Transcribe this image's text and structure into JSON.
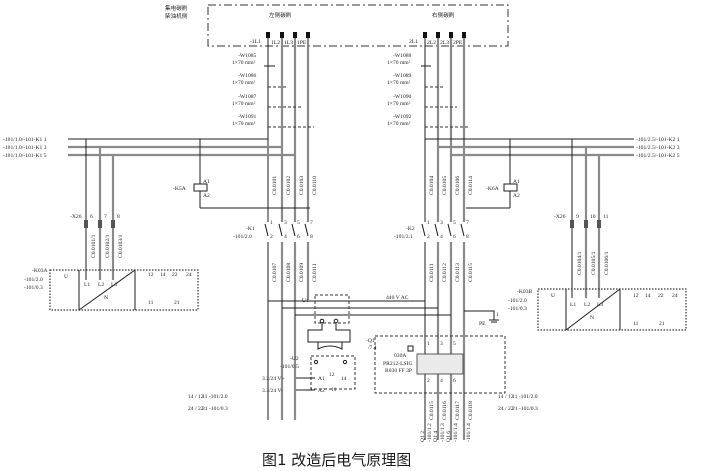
{
  "caption": "图1   改造后电气原理图",
  "top_box": {
    "side_label_1": "集电碳刷",
    "side_label_2": "柴油机侧",
    "left_title": "左侧碳刷",
    "right_title": "右侧碳刷",
    "left_terminals": [
      "-1L1",
      "1L2",
      "1L3",
      "1PE"
    ],
    "right_terminals": [
      "2L1",
      "2L2",
      "2L3",
      "2PE"
    ]
  },
  "cables_left": [
    {
      "id": "-W1085",
      "spec": "1×70 mm²"
    },
    {
      "id": "-W1086",
      "spec": "1×70 mm²"
    },
    {
      "id": "-W1087",
      "spec": "1×70 mm²"
    },
    {
      "id": "-W1091",
      "spec": "1×70 mm²"
    }
  ],
  "cables_right": [
    {
      "id": "-W1088",
      "spec": "1×70 mm²"
    },
    {
      "id": "-W1089",
      "spec": "1×70 mm²"
    },
    {
      "id": "-W1090",
      "spec": "1×70 mm²"
    },
    {
      "id": "-W1092",
      "spec": "1×70 mm²"
    }
  ],
  "refs_left": [
    "-101/1.0/-101-K1 1",
    "-101/1.0/-101-K1 3",
    "-101/1.0/-101-K1 5"
  ],
  "refs_right": [
    "-101/2.5/-101-K2 1",
    "-101/2.5/-101-K2 3",
    "-101/2.5/-101-K2 5"
  ],
  "relays": {
    "k5a": {
      "label": "-K5A",
      "a1": "A1",
      "a2": "A2"
    },
    "k6a": {
      "label": "-K6A",
      "a1": "A1",
      "a2": "A2"
    }
  },
  "wires_upper_left": [
    "C0.0101",
    "C0.0102",
    "C0.0103",
    "C0.0110"
  ],
  "wires_upper_right": [
    "C0.0104",
    "C0.0105",
    "C0.0106",
    "C0.0114"
  ],
  "contactor_k1": {
    "label": "-K1",
    "ref": "-101/2.0",
    "pins_top": [
      "1",
      "3",
      "5",
      "7"
    ],
    "pins_bottom": [
      "2",
      "4",
      "6",
      "8"
    ]
  },
  "contactor_k2": {
    "label": "-K2",
    "ref": "-101/3.1",
    "pins_top": [
      "1",
      "3",
      "5",
      "7"
    ],
    "pins_bottom": [
      "2",
      "4",
      "6",
      "8"
    ]
  },
  "wires_lower_left": [
    "C0.0107",
    "C0.0108",
    "C0.0109",
    "C0.0111"
  ],
  "wires_lower_right": [
    "C0.0111",
    "C0.0112",
    "C0.0113",
    "C0.0115"
  ],
  "x26_left": {
    "label": "-X26",
    "pins": [
      "6",
      "7",
      "8"
    ],
    "wires": [
      "C0.0101/1",
      "C0.0102/1",
      "C0.0103/1"
    ]
  },
  "x26_right": {
    "label": "-X26",
    "pins": [
      "9",
      "10",
      "11"
    ],
    "wires": [
      "C0.0104/1",
      "C0.0105/1",
      "C0.0106/1"
    ]
  },
  "monitor_left": {
    "label": "-K03A",
    "ref1": "-101/2.0",
    "ref2": "-101/0.3",
    "u": "U",
    "inputs": [
      "L1",
      "L2",
      "L3"
    ],
    "neutral": "N",
    "contacts_top": [
      "12",
      "14",
      "22",
      "24"
    ],
    "contacts_bottom": [
      "11",
      "21"
    ]
  },
  "monitor_right": {
    "label": "-K03B",
    "ref1": "-101/2.0",
    "ref2": "-101/0.3",
    "u": "U",
    "inputs": [
      "L1",
      "L2",
      "L3"
    ],
    "neutral": "N",
    "contacts_top": [
      "12",
      "14",
      "22",
      "24"
    ],
    "contacts_bottom": [
      "11",
      "21"
    ]
  },
  "voltage_label": "440 V AC",
  "u1": {
    "label": "-U1"
  },
  "u2": {
    "label": "-U2",
    "ref": "-101/0.5",
    "a1": "A1",
    "a2": "A2",
    "c12": "12",
    "c14": "14",
    "c11": "11",
    "in_plus": "3.2/24 V+",
    "in_minus": "3.3/24 V-"
  },
  "pe": {
    "label": "PE",
    "pin": "1"
  },
  "breaker_q1": {
    "label": "-Q1",
    "ref": "/7.4",
    "rating": "030A",
    "model1": "PR212-LSIG",
    "model2": "R030 FF 3P",
    "pins_top": [
      "1",
      "3",
      "5"
    ],
    "pins_bottom": [
      "2",
      "4",
      "6"
    ]
  },
  "wires_bottom": [
    "C0.0115",
    "C0.0116",
    "C0.0117",
    "C0.0118"
  ],
  "bottom_refs": [
    "Q1 2",
    "-101/1.2",
    "Q1 4",
    "-101/1.3",
    "Q1 6",
    "-101/1.4",
    "-101/1.4"
  ],
  "aux_contacts_left": [
    {
      "pins": "14 / 12",
      "text": "11 -101/2.0"
    },
    {
      "pins": "24 / 22",
      "text": "21 -101/0.3"
    }
  ],
  "aux_contacts_right": [
    {
      "pins": "14 / 12",
      "text": "11 -101/2.0"
    },
    {
      "pins": "24 / 22",
      "text": "21 -101/0.3"
    }
  ]
}
